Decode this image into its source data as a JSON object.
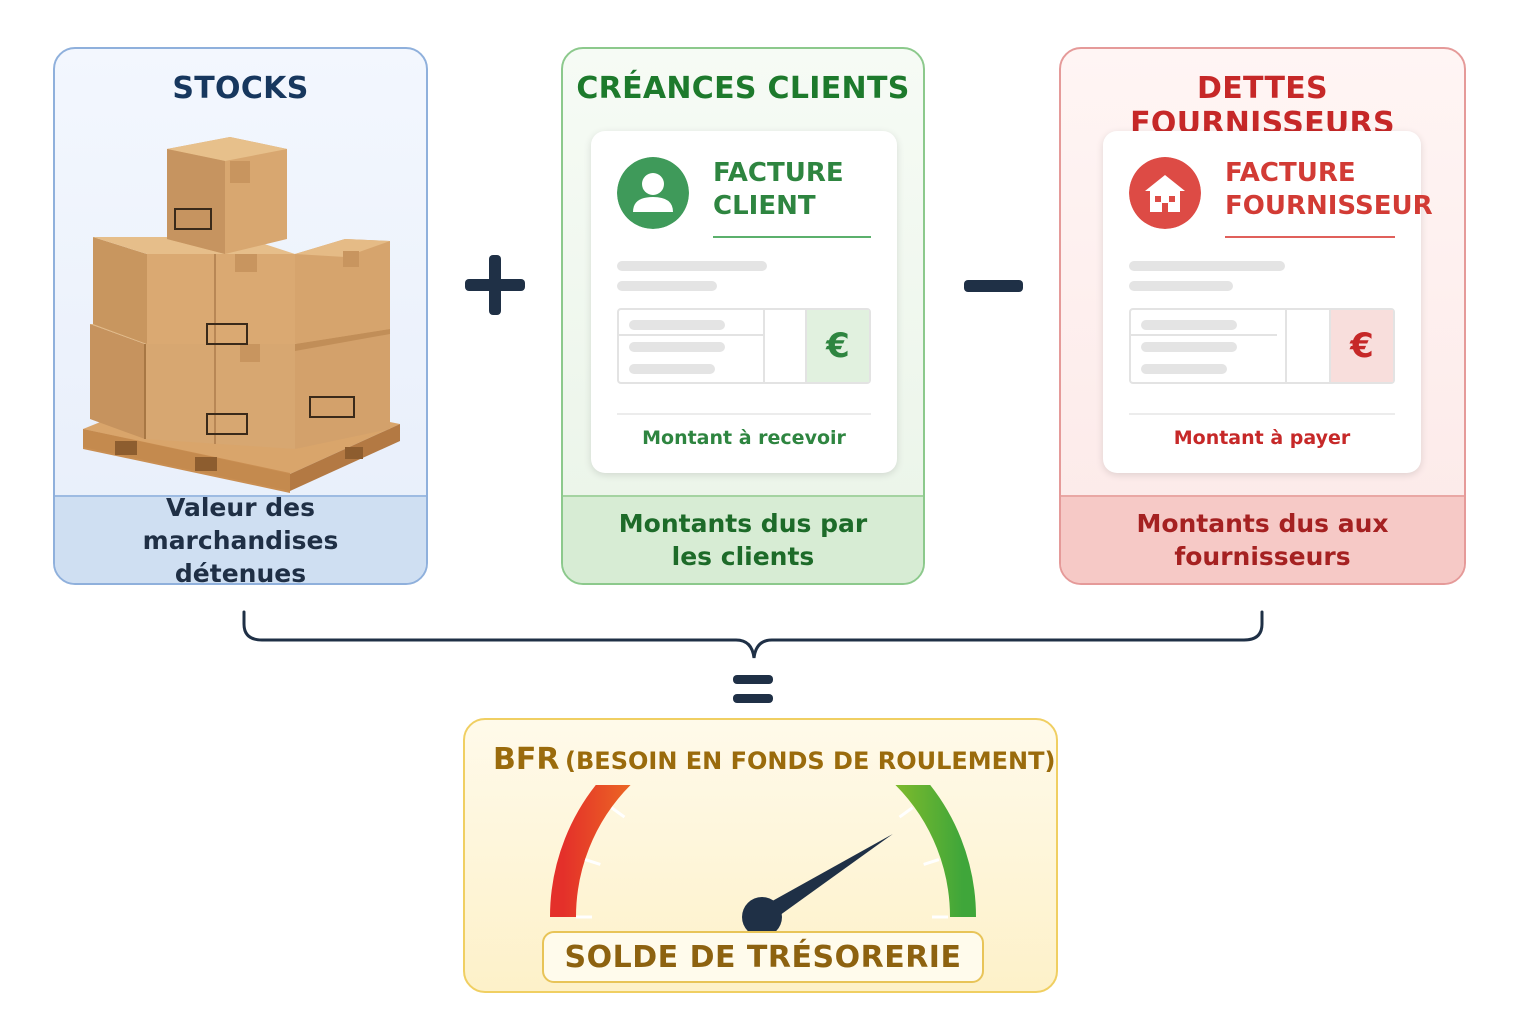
{
  "colors": {
    "stocks": "#17375e",
    "clients": "#1d7a2c",
    "fournisseurs": "#c62828",
    "bfr": "#9a6b0c",
    "operators": "#1f3046"
  },
  "stocks": {
    "title": "STOCKS",
    "image": "cardboard-boxes-on-pallet",
    "caption_line1": "Valeur des marchandises",
    "caption_line2": "détenues"
  },
  "operators": {
    "plus": "plus-icon",
    "minus": "minus-icon",
    "equals": "equals-icon"
  },
  "clients": {
    "title": "CRÉANCES CLIENTS",
    "invoice_title_line1": "FACTURE",
    "invoice_title_line2": "CLIENT",
    "icon": "user-icon",
    "currency": "€",
    "amount_label": "Montant à recevoir",
    "caption_line1": "Montants dus par",
    "caption_line2": "les clients"
  },
  "fournisseurs": {
    "title": "DETTES FOURNISSEURS",
    "invoice_title_line1": "FACTURE",
    "invoice_title_line2": "FOURNISSEUR",
    "icon": "building-icon",
    "currency": "€",
    "amount_label": "Montant à payer",
    "caption_line1": "Montants dus aux",
    "caption_line2": "fournisseurs"
  },
  "result": {
    "title_abbr": "BFR",
    "title_full": "(BESOIN EN FONDS DE ROULEMENT)",
    "gauge_label": "SOLDE DE TRÉSORERIE",
    "gauge_level": 0.82
  }
}
